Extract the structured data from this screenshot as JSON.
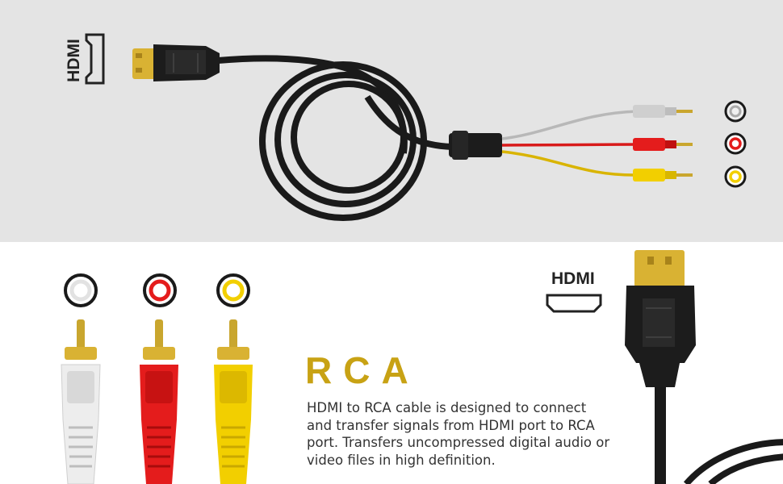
{
  "top": {
    "hdmi_label": "HDMI"
  },
  "bottom": {
    "hdmi_label": "HDMI",
    "title": "RCA",
    "description": "HDMI to RCA cable is designed to connect and transfer signals from HDMI port to RCA port. Transfers uncompressed digital audio or video files in high definition."
  },
  "colors": {
    "top_background": "#e4e4e4",
    "title_gold": "#c8a214",
    "rca_white": "#e8e8e8",
    "rca_red": "#e41c1c",
    "rca_yellow": "#f2cf00",
    "cable_black": "#1a1a1a",
    "gold_tip": "#d9b233"
  },
  "icons": [
    "hdmi-port-icon",
    "rca-white-port-icon",
    "rca-red-port-icon",
    "rca-yellow-port-icon"
  ]
}
